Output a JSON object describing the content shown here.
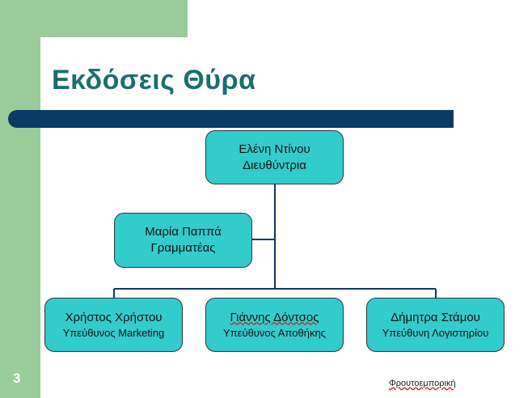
{
  "slide": {
    "title": "Εκδόσεις Θύρα",
    "number": "3",
    "footer": "Φρουτοεμπορική"
  },
  "org_chart": {
    "head": {
      "name": "Ελένη Ντίνου",
      "role": "Διευθύντρια"
    },
    "assistant": {
      "name": "Μαρία Παππά",
      "role": "Γραμματέας"
    },
    "subordinates": [
      {
        "name": "Χρήστος Χρήστου",
        "role": "Υπεύθυνος Marketing"
      },
      {
        "name": "Γιάννης Δόντσος",
        "role": "Υπεύθυνος Αποθήκης"
      },
      {
        "name": "Δήμητρα Στάμου",
        "role": "Υπεύθυνη Λογιστηρίου"
      }
    ]
  },
  "colors": {
    "background_accent": "#99cc99",
    "title": "#1a6e6e",
    "title_bar": "#0b3a66",
    "node_fill": "#33cccc",
    "connector": "#0b3a66"
  }
}
